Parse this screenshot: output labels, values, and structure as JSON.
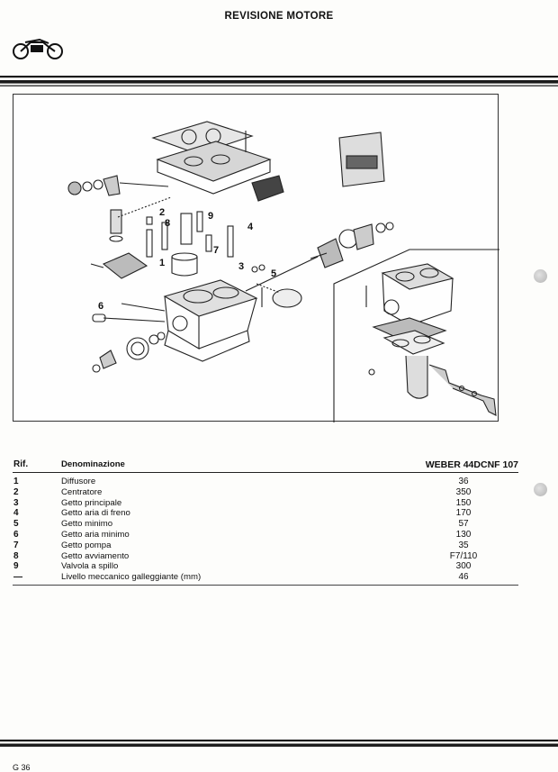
{
  "header": {
    "title": "REVISIONE MOTORE"
  },
  "table": {
    "headers": {
      "ref": "Rif.",
      "name": "Denominazione",
      "value": "WEBER 44DCNF 107"
    },
    "rows": [
      {
        "ref": "1",
        "name": "Diffusore",
        "value": "36"
      },
      {
        "ref": "2",
        "name": "Centratore",
        "value": "350"
      },
      {
        "ref": "3",
        "name": "Getto principale",
        "value": "150"
      },
      {
        "ref": "4",
        "name": "Getto aria di freno",
        "value": "170"
      },
      {
        "ref": "5",
        "name": "Getto minimo",
        "value": "57"
      },
      {
        "ref": "6",
        "name": "Getto aria minimo",
        "value": "130"
      },
      {
        "ref": "7",
        "name": "Getto pompa",
        "value": "35"
      },
      {
        "ref": "8",
        "name": "Getto avviamento",
        "value": "F7/110"
      },
      {
        "ref": "9",
        "name": "Valvola a spillo",
        "value": "300"
      },
      {
        "ref": "—",
        "name": "Livello meccanico galleggiante (mm)",
        "value": "46"
      }
    ]
  },
  "diagram": {
    "callouts": [
      "1",
      "2",
      "3",
      "4",
      "5",
      "6",
      "7",
      "8",
      "9"
    ]
  },
  "footer": {
    "page": "G 36"
  }
}
